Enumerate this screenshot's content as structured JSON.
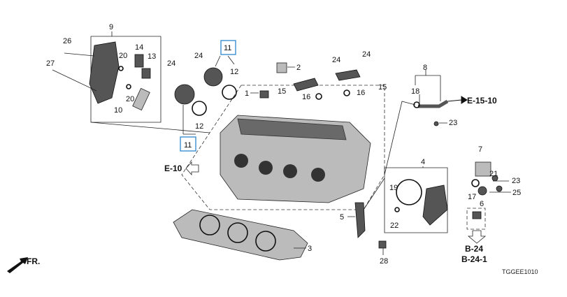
{
  "diagram": {
    "labels": {
      "l9": "9",
      "l26": "26",
      "l27": "27",
      "l14": "14",
      "l20a": "20",
      "l13": "13",
      "l20b": "20",
      "l10": "10",
      "l24a": "24",
      "l11a": "11",
      "l24b": "24",
      "l12a": "12",
      "l1": "1",
      "l2": "2",
      "l24c": "24",
      "l24d": "24",
      "l8": "8",
      "l18": "18",
      "l15a": "15",
      "l16a": "16",
      "l16b": "16",
      "l15b": "15",
      "l23a": "23",
      "l12b": "12",
      "l11b": "11",
      "l4": "4",
      "l7": "7",
      "l21": "21",
      "l23b": "23",
      "l19": "19",
      "l25": "25",
      "l17": "17",
      "l6": "6",
      "l5": "5",
      "l22": "22",
      "l3": "3",
      "l28": "28"
    },
    "references": {
      "e15_10": "E-15-10",
      "e10": "E-10",
      "b24": "B-24",
      "b24_1": "B-24-1"
    },
    "direction": "FR.",
    "diagram_code": "TGGEE1010",
    "highlight_color": "#3b8fd0"
  }
}
